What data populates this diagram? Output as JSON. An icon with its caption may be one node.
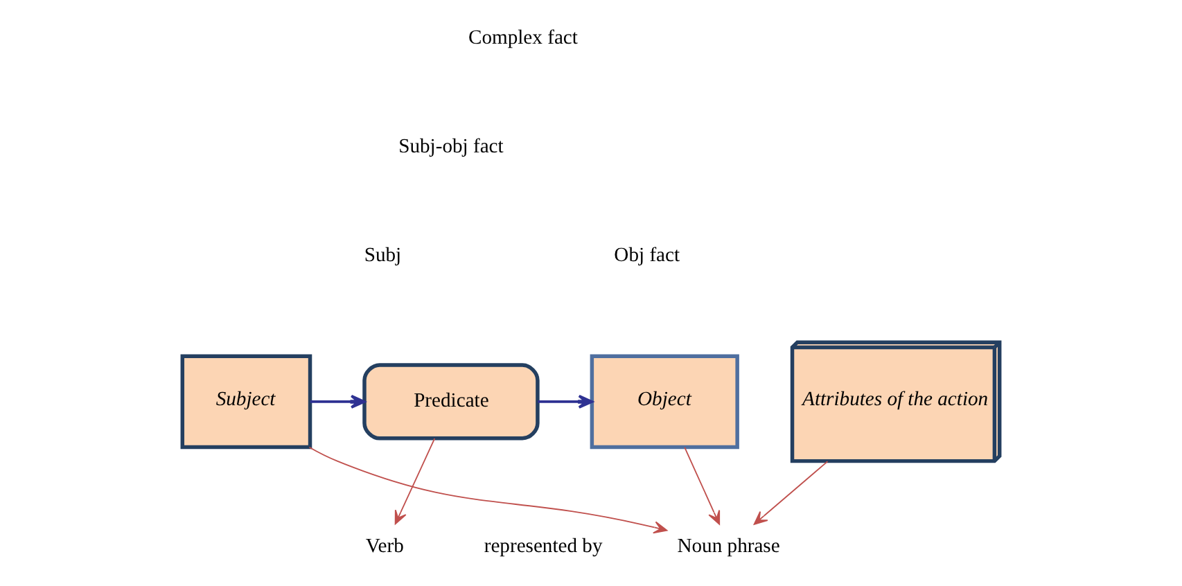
{
  "diagram": {
    "nodes": [
      {
        "text": [
          "Subject"
        ]
      },
      {
        "text": [
          "Predicate"
        ]
      },
      {
        "text": [
          "Object"
        ]
      },
      {
        "text": [
          "Attributes of the action"
        ]
      },
      {
        "text": [
          "Verb"
        ]
      },
      {
        "text": [
          "Noun phrase"
        ]
      }
    ],
    "edges": [
      {
        "from": 0,
        "to": 1,
        "arrow": "to",
        "color": "#2e3192"
      },
      {
        "from": 1,
        "to": 2,
        "arrow": "to",
        "color": "#2e3192"
      },
      {
        "from": 1,
        "to": 4,
        "arrow": "to"
      },
      {
        "from": 0,
        "to": 5,
        "arrow": "to"
      },
      {
        "from": 2,
        "to": 5,
        "arrow": "to"
      },
      {
        "from": 3,
        "to": 5,
        "arrow": "to"
      }
    ],
    "labels": [
      "Complex fact",
      "Subj-obj fact",
      "Obj fact",
      "Subj",
      "represented by"
    ]
  }
}
